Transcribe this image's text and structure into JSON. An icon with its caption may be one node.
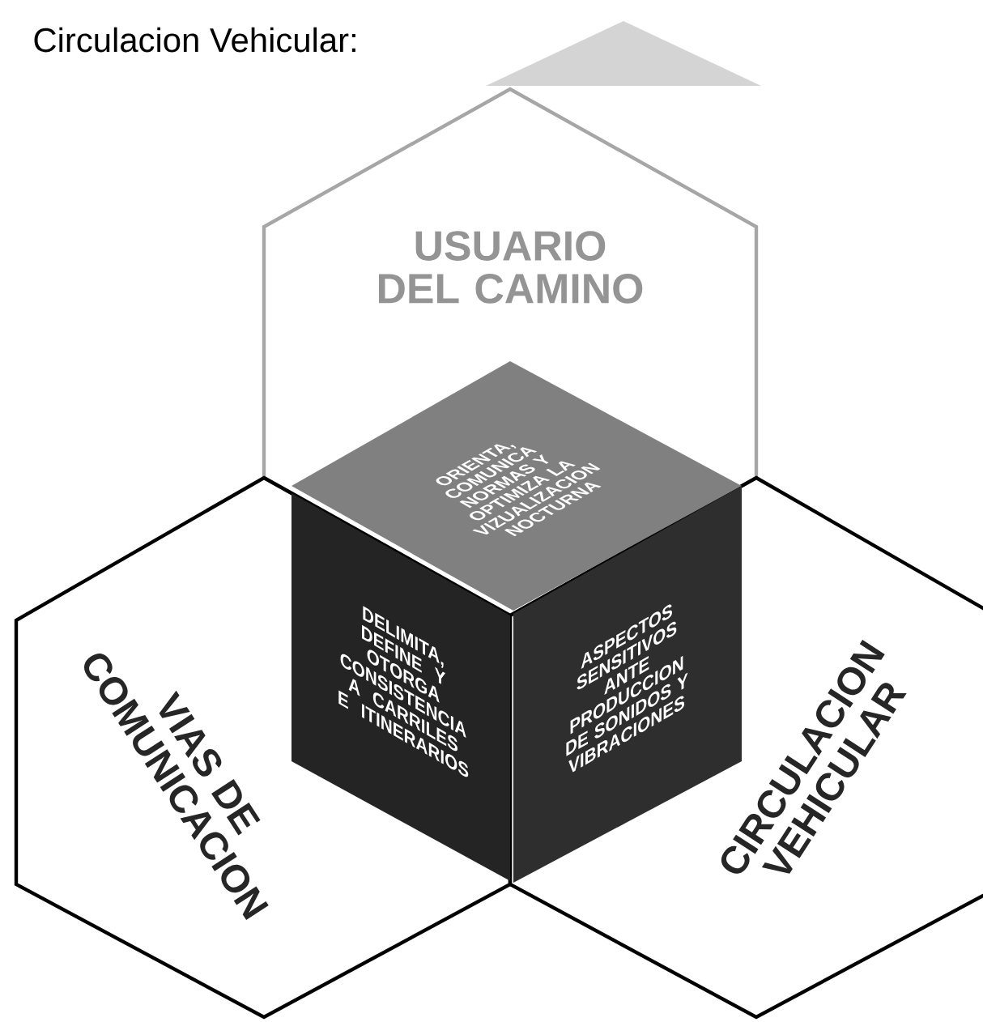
{
  "diagram": {
    "title": "Circulacion Vehicular:",
    "nodes": [
      {
        "text": [
          "USUARIO DEL CAMINO"
        ]
      },
      {
        "text": [
          "VIAS DE COMUNICACION"
        ]
      },
      {
        "text": [
          "CIRCULACION VEHICULAR"
        ]
      },
      {
        "text": [
          "ORIENTA, COMUNICA NORMAS Y OPTIMIZA LA VIZUALIZACION NOCTURNA"
        ],
        "in": 0
      },
      {
        "text": [
          "DELIMITA, DEFINE Y OTORGA CONSISTENCIA A CARRILES E ITINERARIOS"
        ],
        "in": 1
      },
      {
        "text": [
          "ASPECTOS SENSITIVOS ANTE PRODUCCION DE SONIDOS Y VIBRACIONES"
        ],
        "in": 2
      },
      {
        "text": [],
        "shape": "triangle"
      }
    ]
  }
}
